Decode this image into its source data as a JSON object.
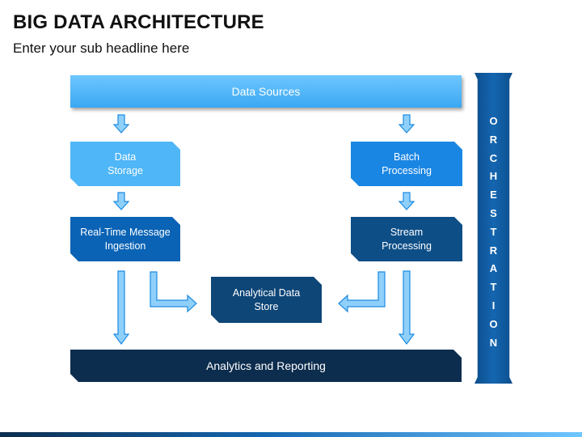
{
  "header": {
    "title": "BIG DATA ARCHITECTURE",
    "subtitle": "Enter your sub headline here"
  },
  "diagram": {
    "data_sources": "Data Sources",
    "data_storage": "Data\nStorage",
    "batch_processing": "Batch\nProcessing",
    "realtime_ingestion": "Real-Time Message\nIngestion",
    "stream_processing": "Stream\nProcessing",
    "analytical_store": "Analytical Data\nStore",
    "analytics_reporting": "Analytics and Reporting",
    "orchestration": [
      "O",
      "R",
      "C",
      "H",
      "E",
      "S",
      "T",
      "R",
      "A",
      "T",
      "I",
      "O",
      "N"
    ]
  },
  "colors": {
    "light_blue": "#4fb6f7",
    "mid_blue": "#1a86e3",
    "dark_blue": "#0c2d4e",
    "arrow_fill": "#8fd0fb",
    "arrow_stroke": "#1e8be0"
  }
}
